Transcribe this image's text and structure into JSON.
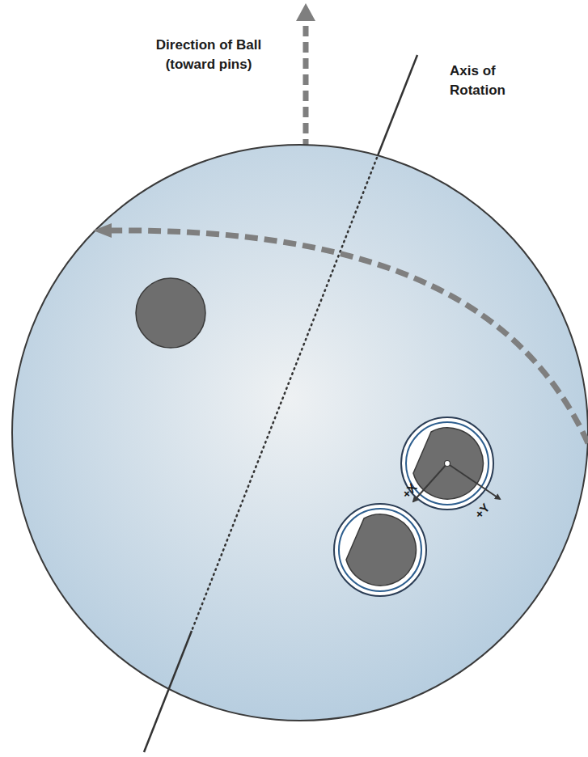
{
  "diagram": {
    "labels": [
      "Direction of Ball (toward pins)",
      "Axis of Rotation",
      "+X",
      "+Y"
    ]
  }
}
